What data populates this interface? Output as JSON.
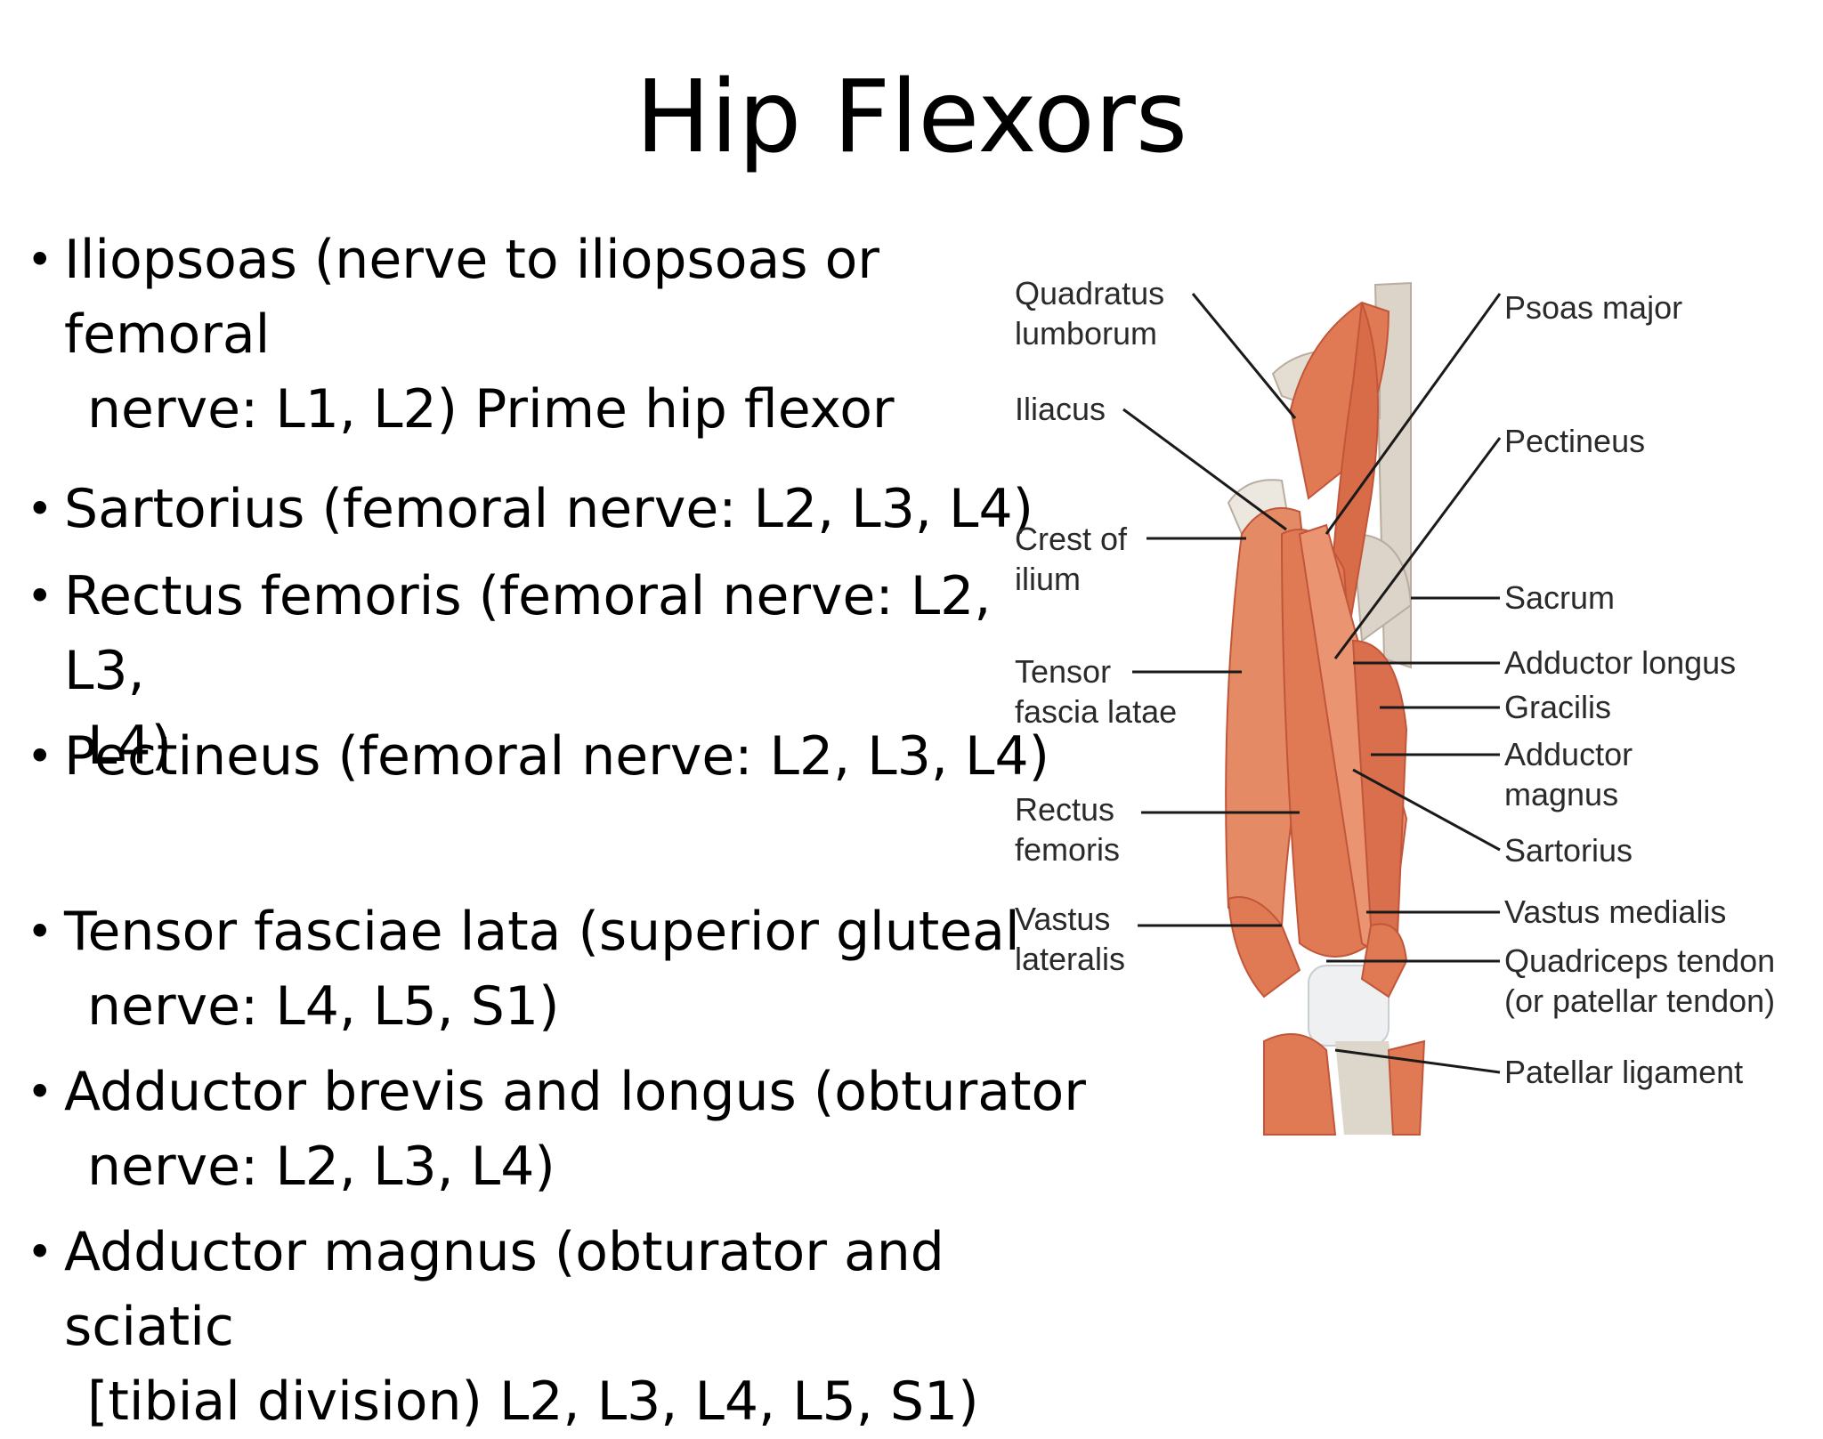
{
  "slide": {
    "title": "Hip Flexors",
    "bullets": [
      {
        "line1": "Iliopsoas (nerve to iliopsoas or femoral",
        "line2": "nerve: L1, L2) Prime hip flexor"
      },
      {
        "line1": "Sartorius (femoral nerve: L2, L3, L4)",
        "line2": ""
      },
      {
        "line1": "Rectus femoris (femoral nerve: L2, L3,",
        "line2": "L4)"
      },
      {
        "line1": "Pectineus (femoral nerve: L2, L3, L4)",
        "line2": ""
      },
      {
        "line1": "Tensor fasciae lata  (superior gluteal",
        "line2": "nerve: L4, L5, S1)"
      },
      {
        "line1": "Adductor brevis and longus (obturator",
        "line2": "nerve: L2, L3, L4)"
      },
      {
        "line1": "Adductor magnus (obturator and sciatic",
        "line2": "[tibial division) L2, L3, L4, L5, S1)"
      }
    ]
  },
  "figure": {
    "left_labels": {
      "quadratus_1": "Quadratus",
      "quadratus_2": "lumborum",
      "iliacus": "Iliacus",
      "crest_1": "Crest of",
      "crest_2": "ilium",
      "tensor_1": "Tensor",
      "tensor_2": "fascia latae",
      "rectus_1": "Rectus",
      "rectus_2": "femoris",
      "vastus_lat_1": "Vastus",
      "vastus_lat_2": "lateralis"
    },
    "right_labels": {
      "psoas": "Psoas major",
      "pectineus": "Pectineus",
      "sacrum": "Sacrum",
      "add_longus": "Adductor longus",
      "gracilis": "Gracilis",
      "add_magnus_1": "Adductor",
      "add_magnus_2": "magnus",
      "sartorius": "Sartorius",
      "vastus_med": "Vastus medialis",
      "quad_tendon_1": "Quadriceps tendon",
      "quad_tendon_2": "(or patellar tendon)",
      "patellar_lig": "Patellar ligament"
    },
    "colors": {
      "muscle": "#e07a55",
      "muscle_dark": "#c2563a",
      "bone": "#dcd4c8",
      "tendon": "#eef0f2"
    }
  }
}
